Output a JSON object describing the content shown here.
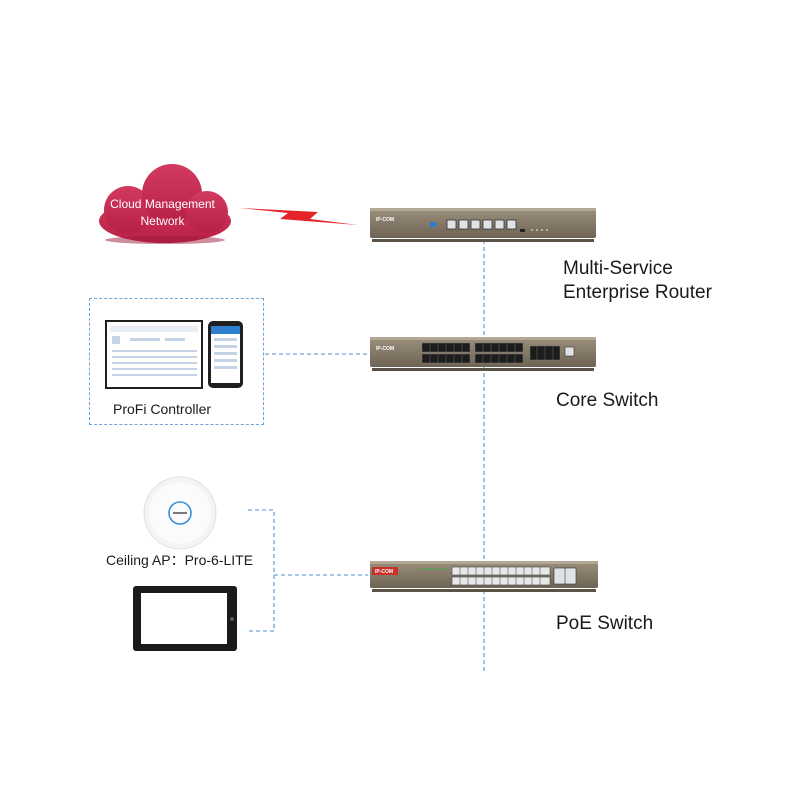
{
  "cloud": {
    "line1": "Cloud Management",
    "line2": "Network"
  },
  "router": {
    "label_line1": "Multi-Service",
    "label_line2": "Enterprise Router",
    "brand": "IP-COM"
  },
  "core_switch": {
    "label": "Core Switch",
    "brand": "IP-COM"
  },
  "poe_switch": {
    "label": "PoE Switch",
    "brand": "IP-COM"
  },
  "controller": {
    "label": "ProFi Controller"
  },
  "ceiling_ap": {
    "label": "Ceiling AP：Pro-6-LITE"
  },
  "colors": {
    "cloud": "#c8254f",
    "link_lightning": "#e3232a",
    "dashed_link": "#6fa5d6",
    "device_body": "#8a7d6b"
  }
}
